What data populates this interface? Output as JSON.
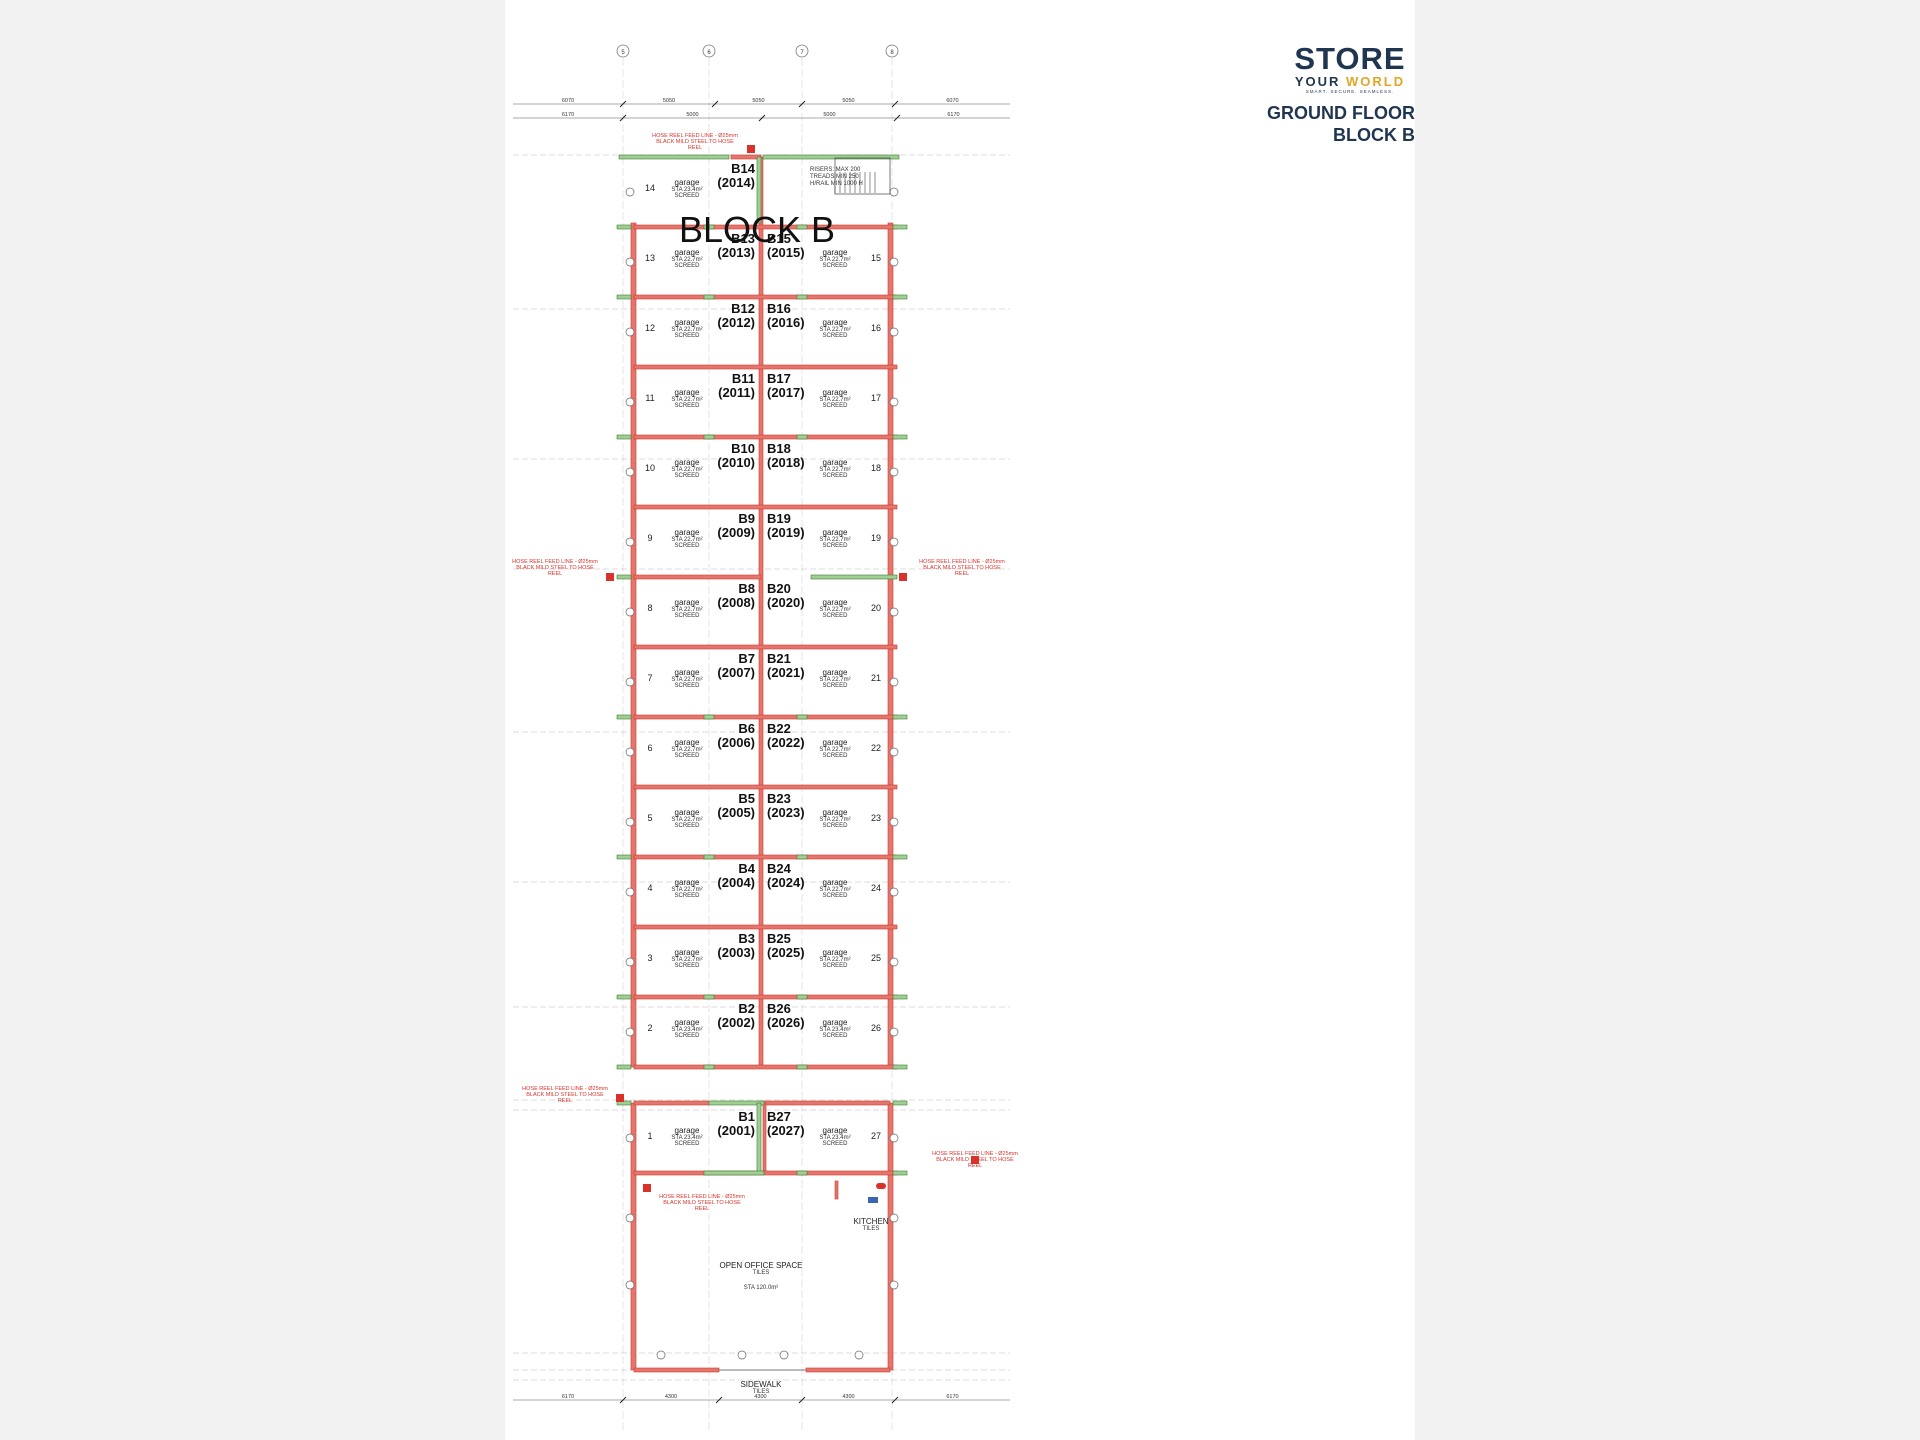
{
  "brand": {
    "logo_line1": "STORE",
    "logo_line2_a": "YOUR ",
    "logo_line2_b": "WORLD",
    "tagline": "SMART. SECURE. SEAMLESS.",
    "navy": "#1f3550",
    "gold": "#e2a526"
  },
  "sheet": {
    "title_line1": "GROUND FLOOR",
    "title_line2": "BLOCK B",
    "block_label": "BLOCK B"
  },
  "grid_bubbles": [
    "5",
    "6",
    "7",
    "8"
  ],
  "dims": {
    "top_row1": [
      "6070",
      "5050",
      "5050",
      "5050",
      "6070"
    ],
    "top_row2": [
      "6170",
      "5000",
      "5000",
      "6170"
    ],
    "bottom": [
      "6170",
      "4300",
      "4300",
      "4300",
      "6170"
    ]
  },
  "colors": {
    "wall": "#e8756c",
    "wall_edge": "#c63a31",
    "glass": "#9fcf92",
    "note": "#d8322b"
  },
  "garage_label": "garage",
  "area_std": "STA 22.7m²",
  "area_end": "STA 23.4m²",
  "screed": "SCREED",
  "left_units": [
    {
      "id": "B14",
      "code": "(2014)",
      "num": "14"
    },
    {
      "id": "B13",
      "code": "(2013)",
      "num": "13"
    },
    {
      "id": "B12",
      "code": "(2012)",
      "num": "12"
    },
    {
      "id": "B11",
      "code": "(2011)",
      "num": "11"
    },
    {
      "id": "B10",
      "code": "(2010)",
      "num": "10"
    },
    {
      "id": "B9",
      "code": "(2009)",
      "num": "9"
    },
    {
      "id": "B8",
      "code": "(2008)",
      "num": "8"
    },
    {
      "id": "B7",
      "code": "(2007)",
      "num": "7"
    },
    {
      "id": "B6",
      "code": "(2006)",
      "num": "6"
    },
    {
      "id": "B5",
      "code": "(2005)",
      "num": "5"
    },
    {
      "id": "B4",
      "code": "(2004)",
      "num": "4"
    },
    {
      "id": "B3",
      "code": "(2003)",
      "num": "3"
    },
    {
      "id": "B2",
      "code": "(2002)",
      "num": "2"
    }
  ],
  "right_units": [
    {
      "id": "B15",
      "code": "(2015)",
      "num": "15"
    },
    {
      "id": "B16",
      "code": "(2016)",
      "num": "16"
    },
    {
      "id": "B17",
      "code": "(2017)",
      "num": "17"
    },
    {
      "id": "B18",
      "code": "(2018)",
      "num": "18"
    },
    {
      "id": "B19",
      "code": "(2019)",
      "num": "19"
    },
    {
      "id": "B20",
      "code": "(2020)",
      "num": "20"
    },
    {
      "id": "B21",
      "code": "(2021)",
      "num": "21"
    },
    {
      "id": "B22",
      "code": "(2022)",
      "num": "22"
    },
    {
      "id": "B23",
      "code": "(2023)",
      "num": "23"
    },
    {
      "id": "B24",
      "code": "(2024)",
      "num": "24"
    },
    {
      "id": "B25",
      "code": "(2025)",
      "num": "25"
    },
    {
      "id": "B26",
      "code": "(2026)",
      "num": "26"
    }
  ],
  "front_left": {
    "id": "B1",
    "code": "(2001)",
    "num": "1"
  },
  "front_right": {
    "id": "B27",
    "code": "(2027)",
    "num": "27"
  },
  "stair_note": [
    "RISERS: MAX 200",
    "TREADS MIN 250",
    "H/RAIL MIN 1000 H"
  ],
  "hose_note": [
    "HOSE REEL FEED LINE - Ø25mm",
    "BLACK MILD STEEL TO HOSE",
    "REEL"
  ],
  "office": {
    "name": "OPEN OFFICE SPACE",
    "finish": "TILES",
    "area": "STA 120.0m²"
  },
  "kitchen": {
    "name": "KITCHEN",
    "finish": "TILES"
  },
  "sidewalk": {
    "name": "SIDEWALK",
    "finish": "TILES"
  }
}
